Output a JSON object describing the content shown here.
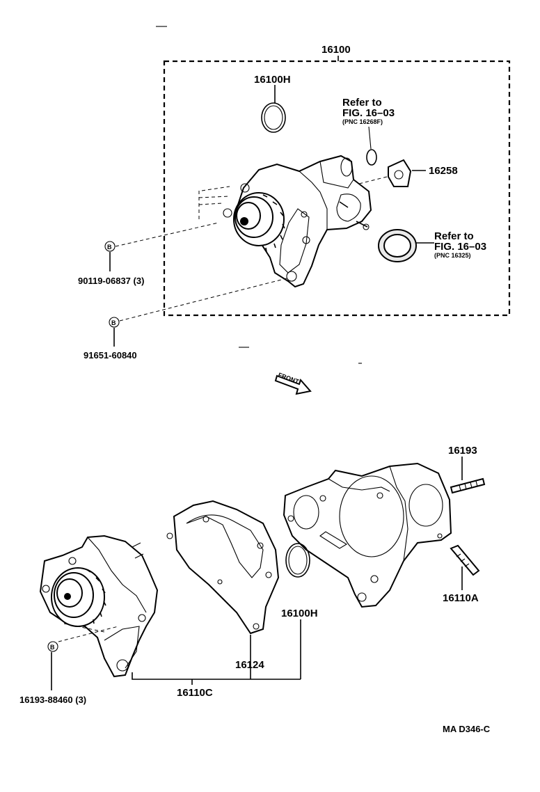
{
  "labels": {
    "assembly": "16100",
    "o_ring_top": "16100H",
    "refer1_line1": "Refer to",
    "refer1_line2": "FIG. 16–03",
    "refer1_pnc": "(PNC 16268F)",
    "gasket_16258": "16258",
    "refer2_line1": "Refer to",
    "refer2_line2": "FIG. 16–03",
    "refer2_pnc": "(PNC 16325)",
    "bolt_90119": "90119-06837 (3)",
    "bolt_91651": "91651-60840",
    "front": "FRONT",
    "stud_16193": "16193",
    "stud_16110a": "16110A",
    "o_ring_lower": "16100H",
    "gasket_16124": "16124",
    "assy_16110c": "16110C",
    "bolt_16193_88460": "16193-88460 (3)",
    "diagram_code": "MA  D346-C"
  },
  "markers": {
    "b": "B"
  }
}
